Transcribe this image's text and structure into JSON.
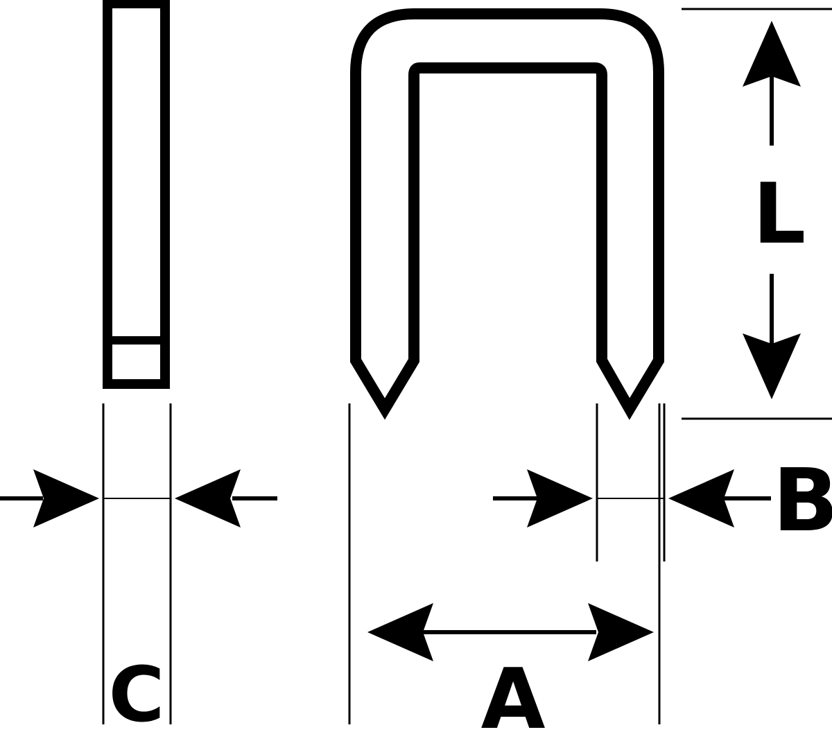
{
  "diagram": {
    "labels": {
      "length": "L",
      "wire_width": "B",
      "crown_width": "A",
      "wire_thickness": "C"
    },
    "colors": {
      "stroke": "#000000",
      "background": "#ffffff"
    }
  }
}
